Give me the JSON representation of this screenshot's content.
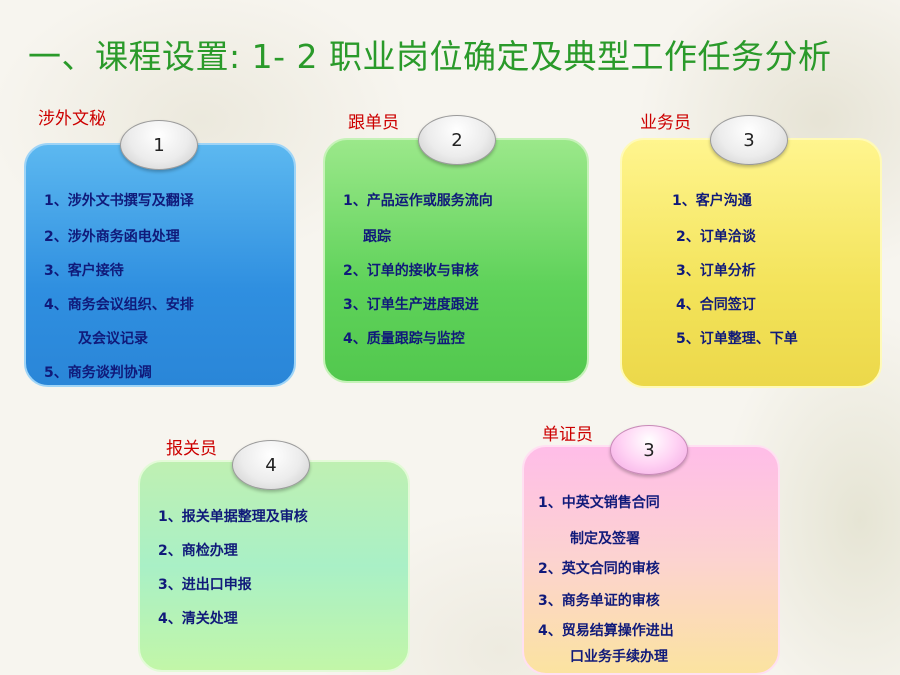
{
  "title": "一、课程设置: 1- 2 职业岗位确定及典型工作任务分析",
  "cards": [
    {
      "role": "涉外文秘",
      "number": "1",
      "items": [
        "1、涉外文书撰写及翻译",
        "2、涉外商务函电处理",
        "3、客户接待",
        "4、商务会议组织、安排",
        "及会议记录",
        "5、商务谈判协调"
      ]
    },
    {
      "role": "跟单员",
      "number": "2",
      "items": [
        "1、产品运作或服务流向",
        "跟踪",
        "2、订单的接收与审核",
        "3、订单生产进度跟进",
        "4、质量跟踪与监控"
      ]
    },
    {
      "role": "业务员",
      "number": "3",
      "items": [
        "1、客户沟通",
        "2、订单洽谈",
        "3、订单分析",
        "4、合同签订",
        "5、订单整理、下单"
      ]
    },
    {
      "role": "报关员",
      "number": "4",
      "items": [
        "1、报关单据整理及审核",
        "2、商检办理",
        "3、进出口申报",
        "4、清关处理"
      ]
    },
    {
      "role": "单证员",
      "number": "3",
      "items": [
        "1、中英文销售合同",
        "制定及签署",
        "2、英文合同的审核",
        "3、商务单证的审核",
        "4、贸易结算操作进出",
        "口业务手续办理"
      ]
    }
  ]
}
